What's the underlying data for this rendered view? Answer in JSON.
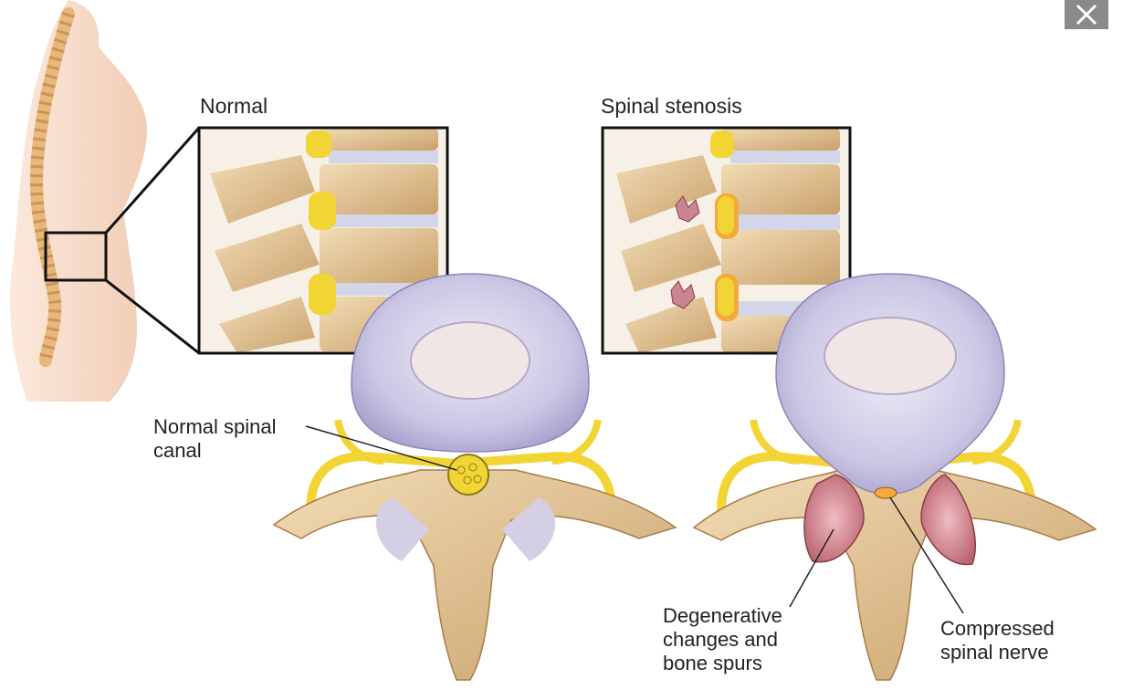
{
  "labels": {
    "normal": "Normal",
    "stenosis": "Spinal stenosis",
    "canal": [
      "Normal spinal",
      "canal"
    ],
    "degenerative": [
      "Degenerative",
      "changes and",
      "bone spurs"
    ],
    "compressed": [
      "Compressed",
      "spinal nerve"
    ]
  },
  "icons": {
    "close": "close-icon"
  },
  "colors": {
    "bone": "#e6c99a",
    "disc": "#c9c4e3",
    "nerve": "#f2d535",
    "spur": "#c98591",
    "skin": "#f6d8c3"
  }
}
